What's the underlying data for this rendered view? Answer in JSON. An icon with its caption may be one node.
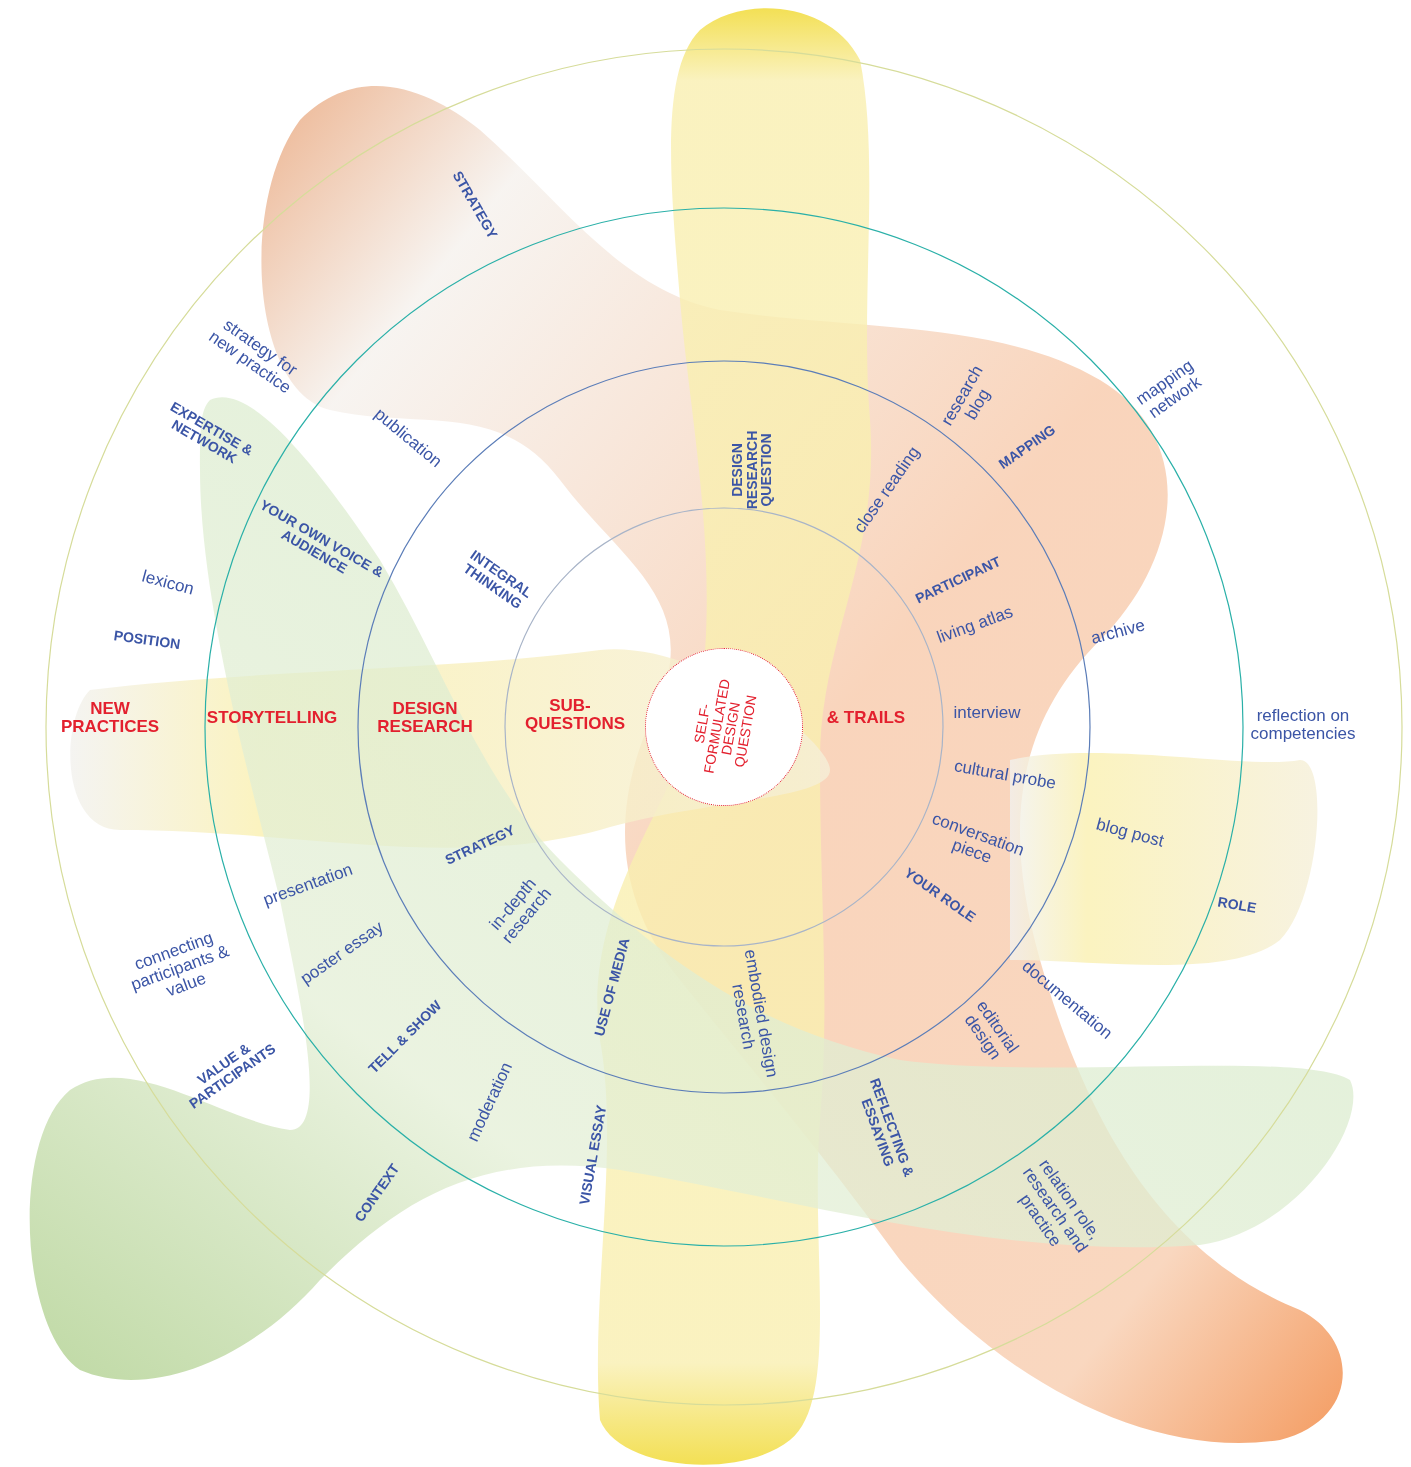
{
  "diagram": {
    "nodes": [
      {
        "text": [
          "SELF-FORMULATED DESIGN QUESTION"
        ]
      }
    ],
    "labels": [
      "STRATEGY",
      "strategy for new practice",
      "mapping network",
      "research blog",
      "publication",
      "MAPPING",
      "EXPERTISE & NETWORK",
      "DESIGN RESEARCH QUESTION",
      "close reading",
      "YOUR OWN VOICE & AUDIENCE",
      "lexicon",
      "INTEGRAL THINKING",
      "PARTICIPANT",
      "living atlas",
      "archive",
      "POSITION",
      "NEW PRACTICES",
      "STORYTELLING",
      "DESIGN RESEARCH",
      "SUB-QUESTIONS",
      "& TRAILS",
      "interview",
      "reflection on competencies",
      "cultural probe",
      "blog post",
      "conversation piece",
      "STRATEGY",
      "presentation",
      "YOUR ROLE",
      "ROLE",
      "in-depth research",
      "poster essay",
      "connecting participants & value",
      "USE OF MEDIA",
      "embodied design research",
      "documentation",
      "editorial design",
      "TELL & SHOW",
      "VALUE & PARTICIPANTS",
      "moderation",
      "REFLECTING & ESSAYING",
      "VISUAL ESSAY",
      "CONTEXT",
      "relation role, research and practice"
    ]
  }
}
